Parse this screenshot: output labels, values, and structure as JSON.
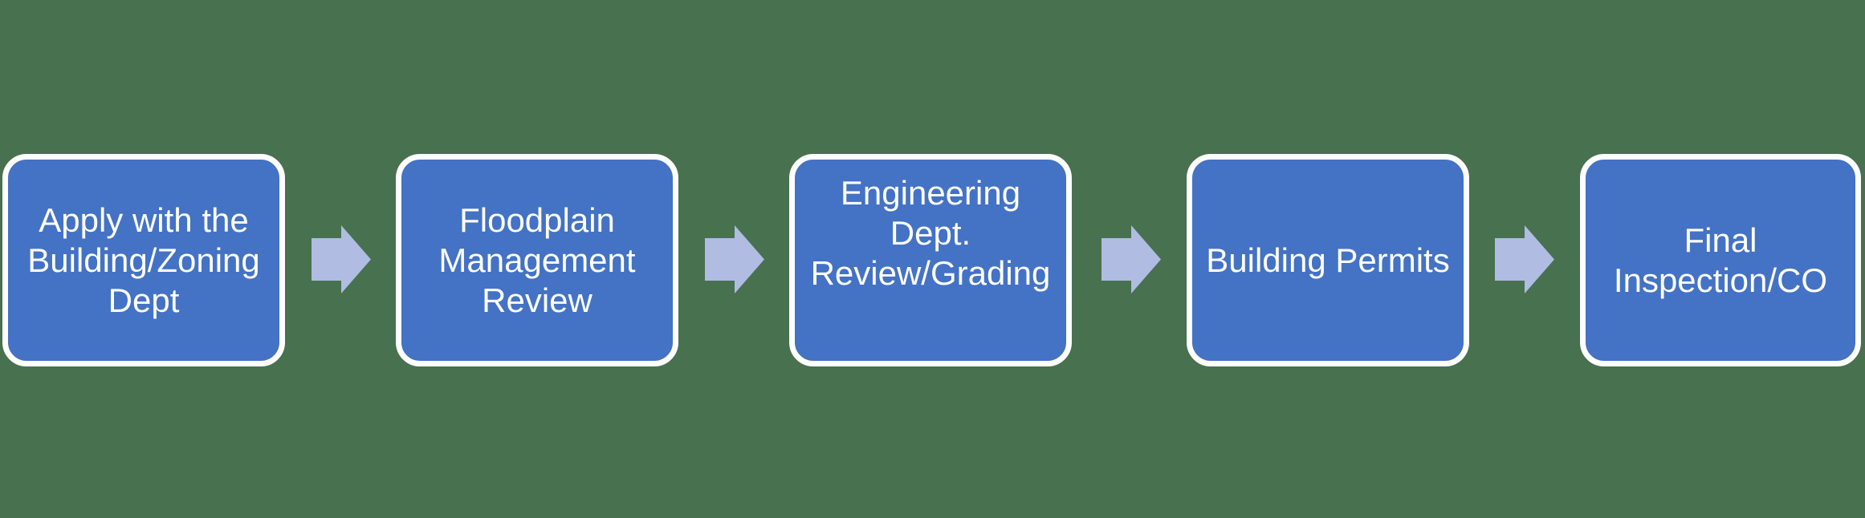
{
  "diagram": {
    "type": "horizontal-process-flow",
    "step_count": 5,
    "nodes": [
      {
        "step": 1,
        "label": "Apply with the\nBuilding/Zoning\nDept"
      },
      {
        "step": 2,
        "label": "Floodplain\nManagement\nReview"
      },
      {
        "step": 3,
        "label": "Engineering\nDept.\nReview/Grading"
      },
      {
        "step": 4,
        "label": "Building Permits"
      },
      {
        "step": 5,
        "label": "Final\nInspection/CO"
      }
    ],
    "colors": {
      "background": "#48714F",
      "node_fill": "#4472C4",
      "node_border": "#FFFFFF",
      "node_text": "#FFFFFF",
      "arrow": "#B0BCE2"
    }
  }
}
